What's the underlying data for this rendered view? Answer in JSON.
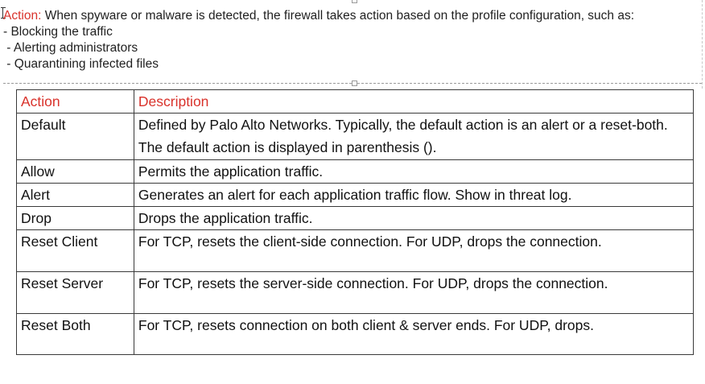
{
  "intro": {
    "label": "Action:",
    "text": " When spyware or malware is detected, the firewall takes action based on the profile configuration, such as:",
    "bullets": [
      "- Blocking the traffic",
      " - Alerting administrators",
      " - Quarantining infected files"
    ]
  },
  "table": {
    "headers": [
      "Action",
      "Description"
    ],
    "rows": [
      {
        "action": "Default",
        "description": "Defined by Palo Alto Networks. Typically, the default action is an alert or a reset-both. The default action is displayed in parenthesis ()."
      },
      {
        "action": "Allow",
        "description": "Permits the application traffic."
      },
      {
        "action": "Alert",
        "description": "Generates an alert for each application traffic flow. Show in threat log."
      },
      {
        "action": "Drop",
        "description": "Drops the application traffic."
      },
      {
        "action": "Reset Client",
        "description": "For TCP, resets the client-side connection. For UDP, drops the connection."
      },
      {
        "action": "Reset Server",
        "description": "For TCP, resets the server-side connection. For UDP, drops the connection."
      },
      {
        "action": "Reset Both",
        "description": "For TCP, resets connection on both client & server ends. For UDP, drops."
      }
    ]
  },
  "colors": {
    "accent_red": "#d9322b",
    "text": "#1f1f1f",
    "border": "#3a3a3a"
  }
}
